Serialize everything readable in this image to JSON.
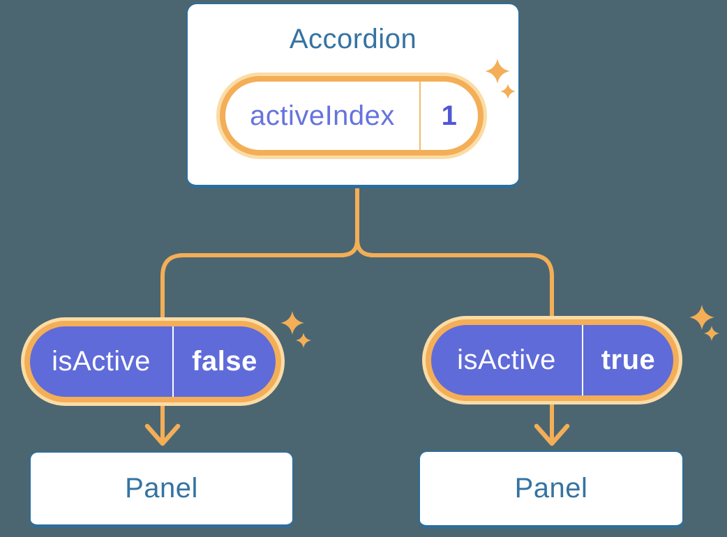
{
  "colors": {
    "background": "#4B6671",
    "card_border": "#2E6D99",
    "heading_text": "#3573A2",
    "connector_orange": "#F3AE57",
    "pill_glow": "#FBDCA6",
    "pill_ring": "#F3AE57",
    "prop_pill_fill": "#5F6BD9",
    "state_name_text": "#6673DD",
    "state_value_text": "#4F58D2",
    "prop_pill_text": "#FFFFFF"
  },
  "diagram": {
    "root": {
      "title": "Accordion",
      "state": {
        "name": "activeIndex",
        "value": "1"
      }
    },
    "children": [
      {
        "prop": {
          "name": "isActive",
          "value": "false"
        },
        "title": "Panel"
      },
      {
        "prop": {
          "name": "isActive",
          "value": "true"
        },
        "title": "Panel"
      }
    ]
  }
}
